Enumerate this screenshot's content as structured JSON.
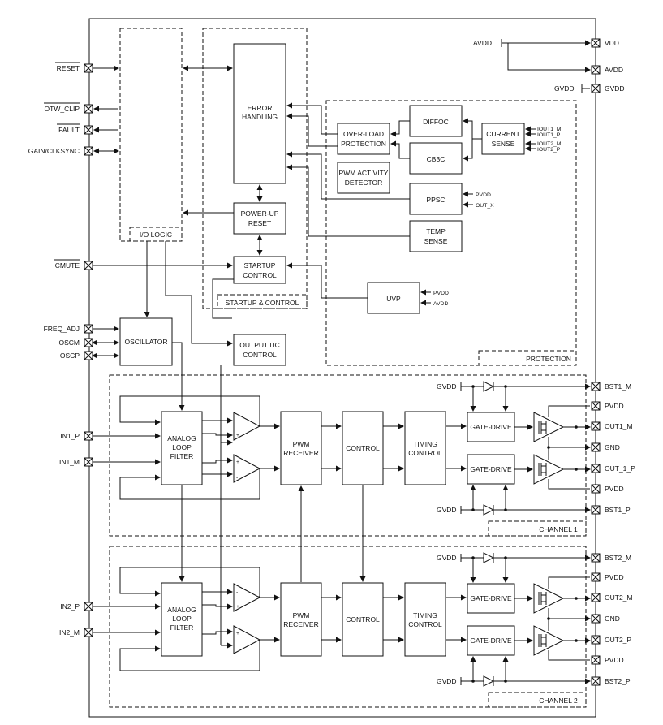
{
  "pins": {
    "reset": "RESET",
    "otw_clip": "OTW_CLIP",
    "fault": "FAULT",
    "gain_clksync": "GAIN/CLKSYNC",
    "cmute": "CMUTE",
    "freq_adj": "FREQ_ADJ",
    "oscm": "OSCM",
    "oscp": "OSCP",
    "in1_p": "IN1_P",
    "in1_m": "IN1_M",
    "in2_p": "IN2_P",
    "in2_m": "IN2_M",
    "vdd": "VDD",
    "avdd": "AVDD",
    "gvdd": "GVDD",
    "bst1_m": "BST1_M",
    "pvdd": "PVDD",
    "out1_m": "OUT1_M",
    "gnd": "GND",
    "out_1_p": "OUT_1_P",
    "bst1_p": "BST1_P",
    "bst2_m": "BST2_M",
    "out2_m": "OUT2_M",
    "out2_p": "OUT2_P",
    "bst2_p": "BST2_P"
  },
  "internal": {
    "avdd": "AVDD",
    "gvdd": "GVDD",
    "pvdd": "PVDD",
    "out_x": "OUT_X",
    "iout1_m": "IOUT1_M",
    "iout1_p": "IOUT1_P",
    "iout2_m": "IOUT2_M",
    "iout2_p": "IOUT2_P"
  },
  "blocks": {
    "error_handling": [
      "ERROR",
      "HANDLING"
    ],
    "power_up_reset": [
      "POWER-UP",
      "RESET"
    ],
    "startup_control": [
      "STARTUP",
      "CONTROL"
    ],
    "output_dc_control": [
      "OUTPUT DC",
      "CONTROL"
    ],
    "oscillator": "OSCILLATOR",
    "diffoc": "DIFFOC",
    "cb3c": "CB3C",
    "over_load": [
      "OVER-LOAD",
      "PROTECTION"
    ],
    "current_sense": [
      "CURRENT",
      "SENSE"
    ],
    "pwm_activity": [
      "PWM ACTIVITY",
      "DETECTOR"
    ],
    "ppsc": "PPSC",
    "temp_sense": [
      "TEMP",
      "SENSE"
    ],
    "uvp": "UVP",
    "analog_loop_filter": [
      "ANALOG",
      "LOOP",
      "FILTER"
    ],
    "pwm_receiver": [
      "PWM",
      "RECEIVER"
    ],
    "control": "CONTROL",
    "timing_control": [
      "TIMING",
      "CONTROL"
    ],
    "gate_drive": "GATE-DRIVE"
  },
  "groups": {
    "io_logic": "I/O LOGIC",
    "startup_control": "STARTUP & CONTROL",
    "protection": "PROTECTION",
    "channel1": "CHANNEL 1",
    "channel2": "CHANNEL 2"
  }
}
